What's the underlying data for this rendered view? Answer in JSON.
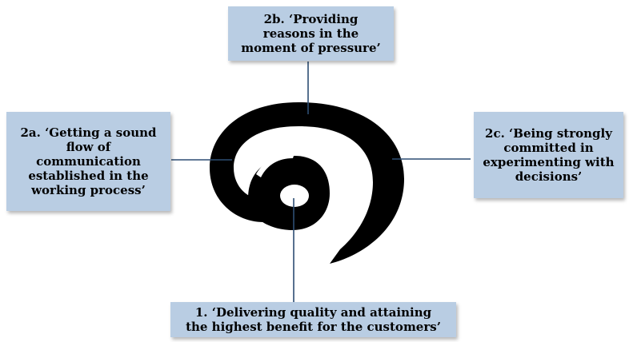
{
  "diagram": {
    "nodes": {
      "top": {
        "id": "2b",
        "text": "2b.  ‘Providing\nreasons in the\nmoment of pressure’"
      },
      "left": {
        "id": "2a",
        "text": "2a.  ‘Getting a sound\nflow of\ncommunication\nestablished in the\nworking process’"
      },
      "right": {
        "id": "2c",
        "text": "2c.  ‘Being strongly\ncommitted in\nexperimenting  with\ndecisions’"
      },
      "bottom": {
        "id": "1",
        "text": "1.  ‘Delivering quality and attaining\nthe highest benefit for the customers’"
      }
    },
    "center_symbol": "spiral-glyph",
    "colors": {
      "box_fill": "#b9cde3",
      "connector": "#2d4d73",
      "symbol": "#000000"
    }
  }
}
